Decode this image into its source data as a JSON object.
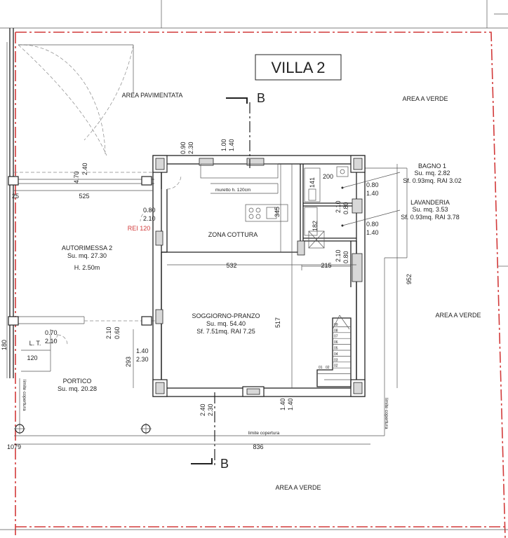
{
  "title": "VILLA 2",
  "areas": {
    "area_pavimentata": "AREA PAVIMENTATA",
    "area_verde_top": "AREA A VERDE",
    "area_verde_right": "AREA A VERDE",
    "area_verde_bottom": "AREA A VERDE"
  },
  "section_marker": {
    "top": "B",
    "bottom": "B"
  },
  "rooms": {
    "bagno": {
      "name": "BAGNO 1",
      "su": "Su. mq. 2.82",
      "sf": "Sf. 0.93mq. RAI 3.02"
    },
    "lavanderia": {
      "name": "LAVANDERIA",
      "su": "Su. mq. 3.53",
      "sf": "Sf. 0.93mq. RAI 3.78"
    },
    "zona_cottura": {
      "name": "ZONA COTTURA"
    },
    "autorimessa": {
      "name": "AUTORIMESSA 2",
      "su": "Su. mq. 27.30",
      "h": "H. 2.50m"
    },
    "soggiorno": {
      "name": "SOGGIORNO-PRANZO",
      "su": "Su. mq. 54.40",
      "sf": "Sf. 7.51mq. RAI 7.25"
    },
    "portico": {
      "name": "PORTICO",
      "su": "Su. mq. 20.28"
    },
    "lt": {
      "name": "L. T."
    }
  },
  "notes": {
    "muretto": "muretto h. 120cm",
    "rei": "REI 120",
    "limite_bottom": "limite copertura",
    "limite_left": "limite copertura",
    "limite_right": "limite copertura"
  },
  "dimensions": {
    "d_090": "0.90",
    "d_230a": "2.30",
    "d_100": "1.00",
    "d_140a": "1.40",
    "d_200": "200",
    "d_141": "141",
    "d_080a": "0.80",
    "d_140b": "1.40",
    "d_080b": "0.80",
    "d_140c": "1.40",
    "d_080c": "0.80",
    "d_210a": "2.10",
    "d_080d": "0.80",
    "d_210b": "2.10",
    "d_080e": "0.80",
    "d_210c": "2.10",
    "d_345": "345",
    "d_182": "182",
    "d_470": "4.70",
    "d_240a": "2.40",
    "d_525": "525",
    "d_25": "25",
    "d_532": "532",
    "d_215": "215",
    "d_517": "517",
    "d_952": "952",
    "d_210d": "2.10",
    "d_060": "0.60",
    "d_070": "0.70",
    "d_210e": "2.10",
    "d_140d": "1.40",
    "d_230b": "2.30",
    "d_293": "293",
    "d_120": "120",
    "d_180": "180",
    "d_240b": "2.40",
    "d_230c": "2.30",
    "d_140e": "1.40",
    "d_140f": "1.40",
    "d_1079": "1079",
    "d_836": "836"
  },
  "stairs": [
    "09",
    "08",
    "07",
    "06",
    "05",
    "04",
    "03",
    "02",
    "01",
    "02"
  ],
  "colors": {
    "boundary": "#d23a3a",
    "rei": "#d23a3a",
    "ink": "#222222"
  }
}
